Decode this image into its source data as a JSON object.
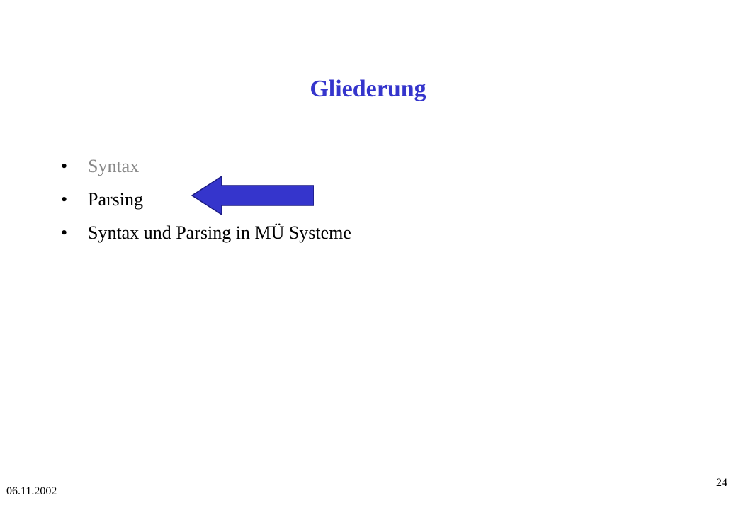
{
  "slide": {
    "title": "Gliederung",
    "bullets": [
      {
        "marker": "•",
        "text": "Syntax",
        "color": "#888888"
      },
      {
        "marker": "•",
        "text": "Parsing",
        "color": "#000000"
      },
      {
        "marker": "•",
        "text": "Syntax und Parsing in MÜ Systeme",
        "color": "#000000"
      }
    ],
    "pointer_arrow": {
      "icon": "left-arrow-icon",
      "color": "#3535cc",
      "points_to_item": 1
    },
    "footer": {
      "date": "06.11.2002",
      "page_number": "24"
    }
  }
}
